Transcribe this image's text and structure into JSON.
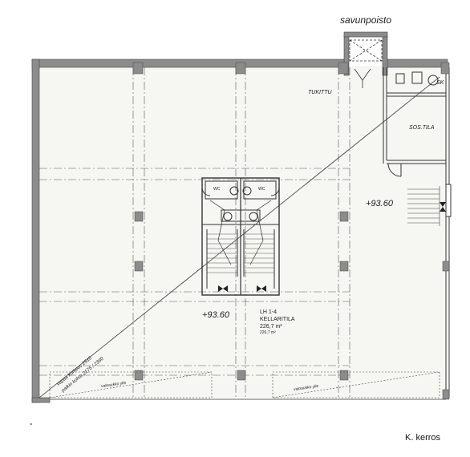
{
  "labels": {
    "smoke_vent": "savunpoisto",
    "supported": "TUKITTU",
    "sk": "SK",
    "social_room": "SOS.TILA",
    "level_right": "+93.60",
    "level_center": "+93.60",
    "wc_left": "WC",
    "wc_right": "WC",
    "room_code": "LH 1-4",
    "room_name": "KELLARITILA",
    "room_area": "226,7 m²",
    "room_area_small": "226,7 m²",
    "ceiling_height": "vapaa korkeus 2510",
    "beam_height": "palkin kohta 2175 / 2360",
    "light_shaft_left": "valoaukko ylle",
    "light_shaft_right": "valoaukko ylle",
    "floor_name": "K. kerros"
  },
  "colors": {
    "wall_fill": "#8c8c8c",
    "floor_fill": "#f6f7f3",
    "line": "#333333"
  }
}
